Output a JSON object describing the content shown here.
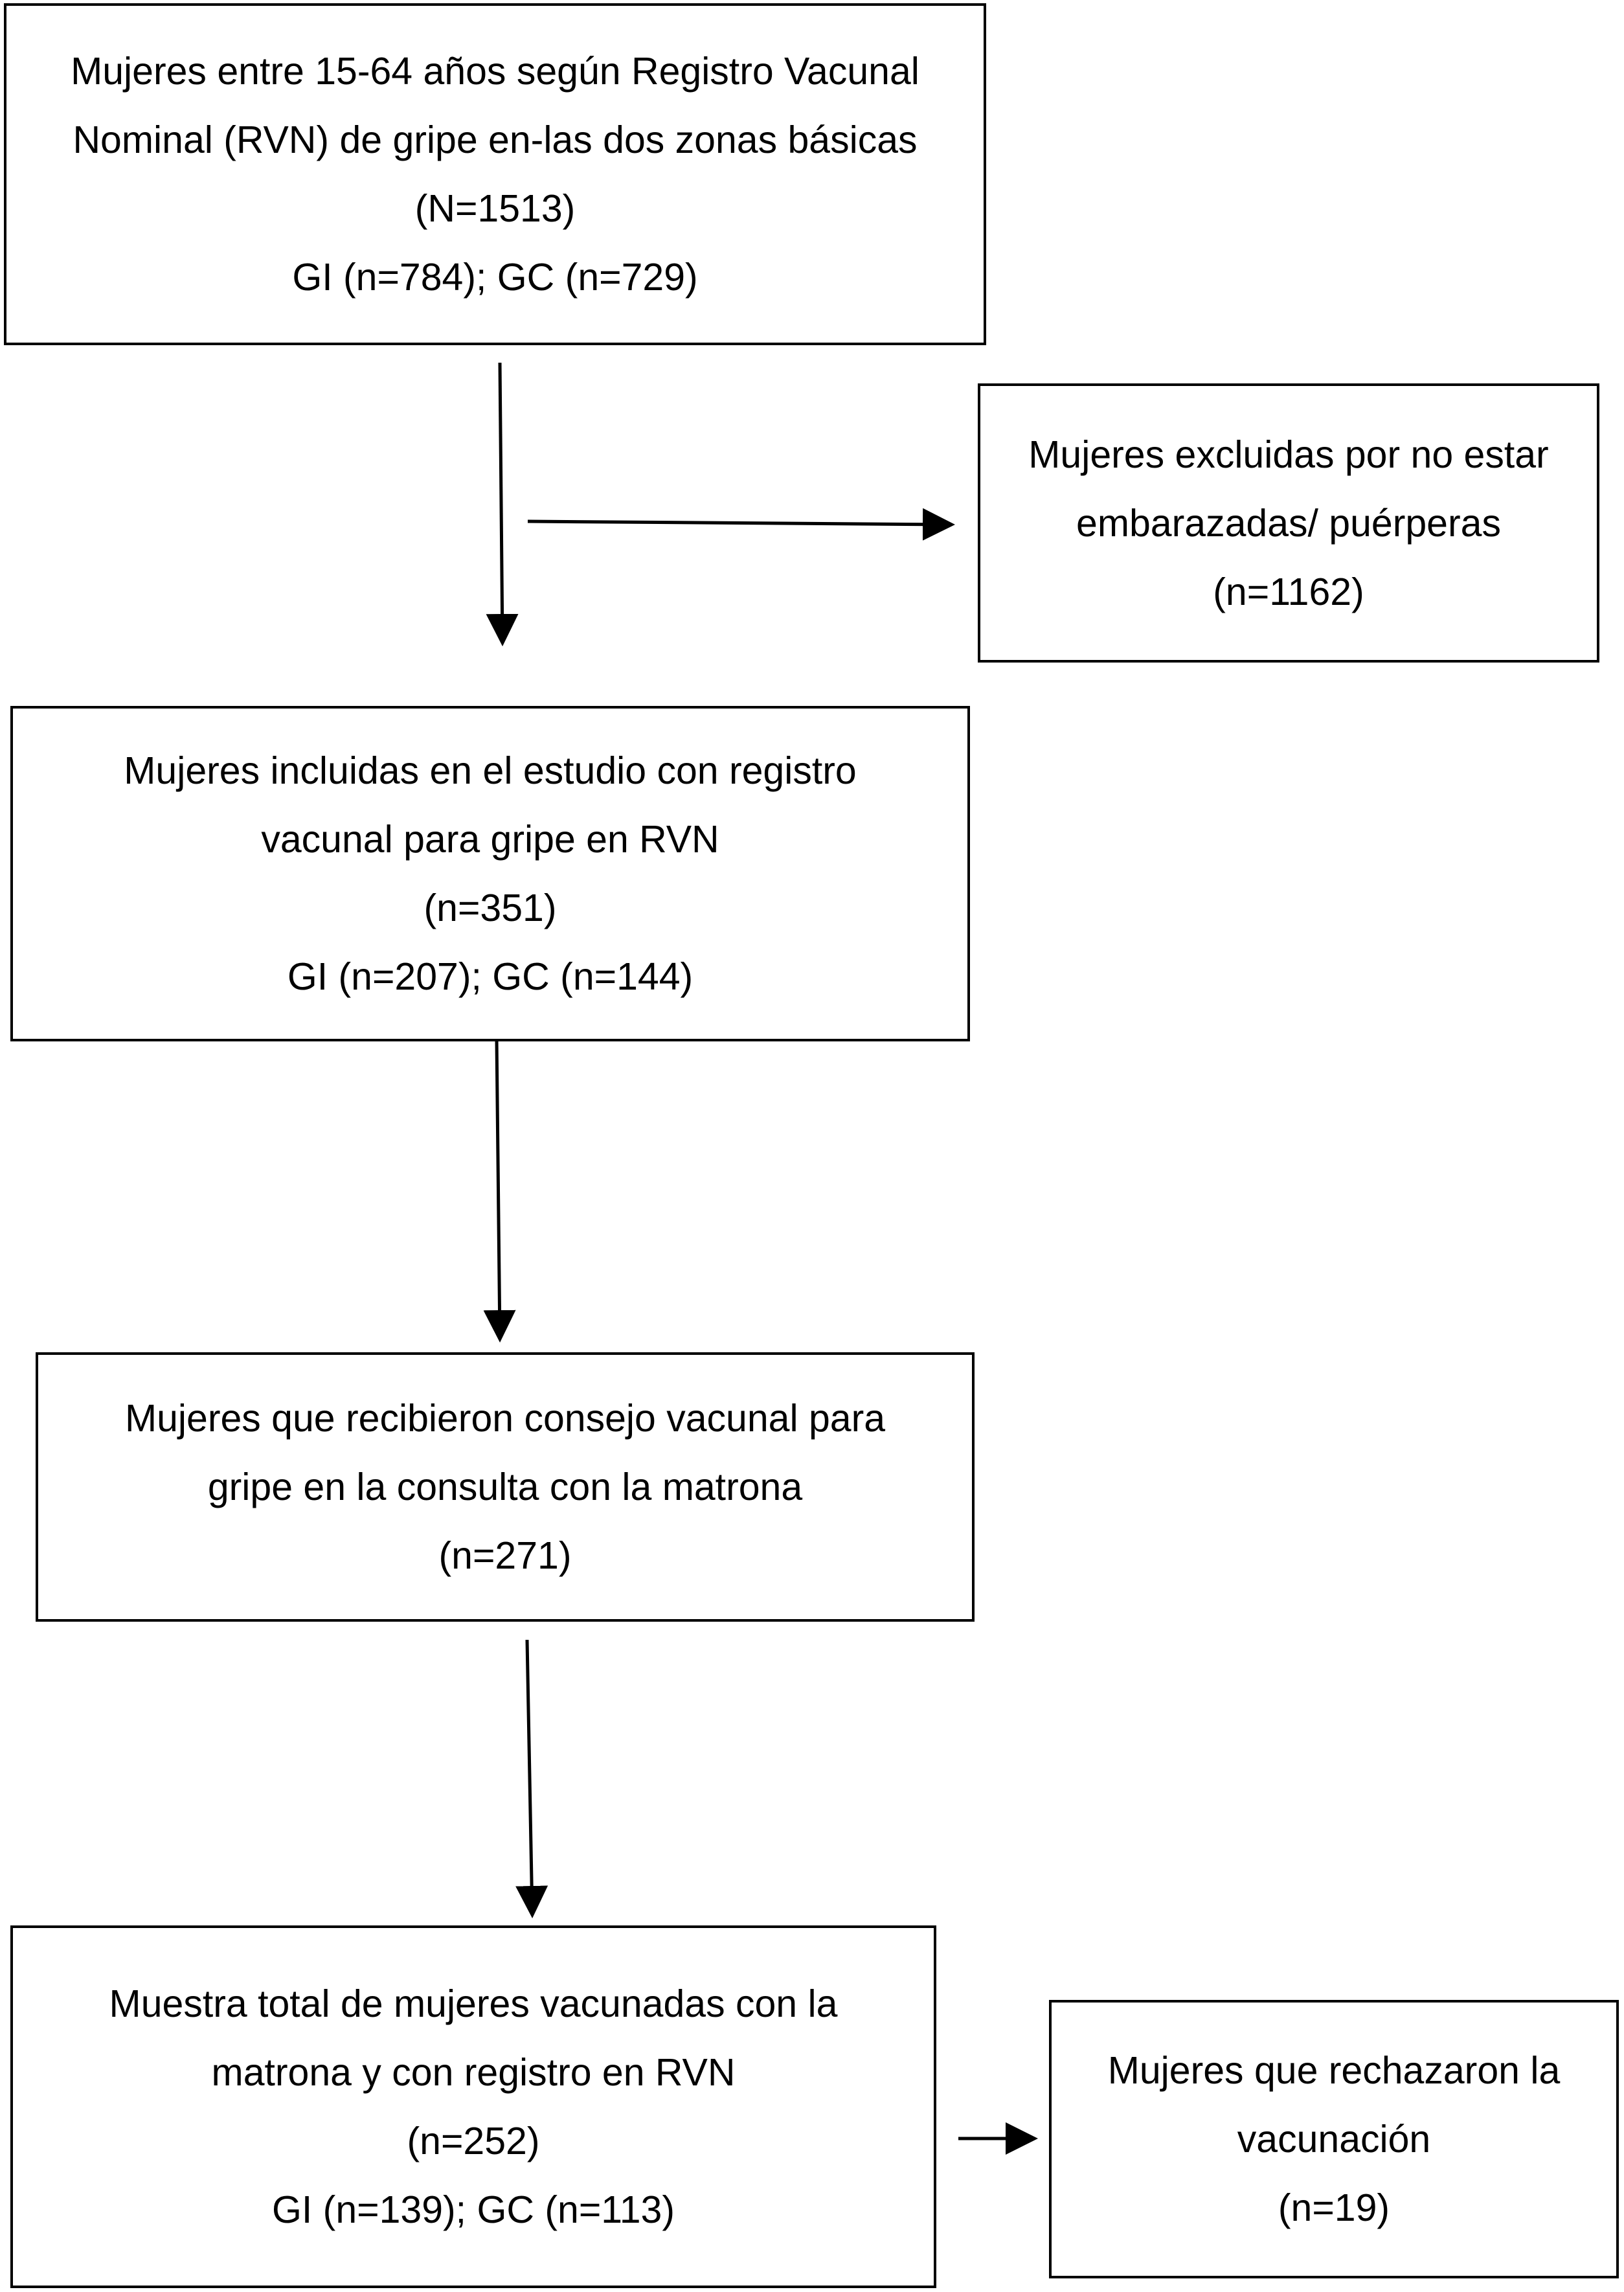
{
  "flow": {
    "box_total": {
      "lines": [
        "Mujeres entre 15-64 años según Registro Vacunal",
        "Nominal (RVN) de gripe en-las dos zonas básicas",
        "(N=1513)",
        "GI (n=784); GC (n=729)"
      ]
    },
    "box_excluded": {
      "lines": [
        "Mujeres excluidas por no estar",
        "embarazadas/ puérperas",
        "(n=1162)"
      ]
    },
    "box_included": {
      "lines": [
        "Mujeres incluidas en el estudio con registro",
        "vacunal para gripe en RVN",
        "(n=351)",
        "GI (n=207); GC (n=144)"
      ]
    },
    "box_advice": {
      "lines": [
        "Mujeres que recibieron consejo vacunal para",
        "gripe en la consulta con la matrona",
        "(n=271)"
      ]
    },
    "box_sample": {
      "lines": [
        "Muestra total de mujeres vacunadas con la",
        "matrona y con registro en RVN",
        "(n=252)",
        "GI (n=139); GC (n=113)"
      ]
    },
    "box_rejected": {
      "lines": [
        "Mujeres que rechazaron la",
        "vacunación",
        "(n=19)"
      ]
    }
  }
}
